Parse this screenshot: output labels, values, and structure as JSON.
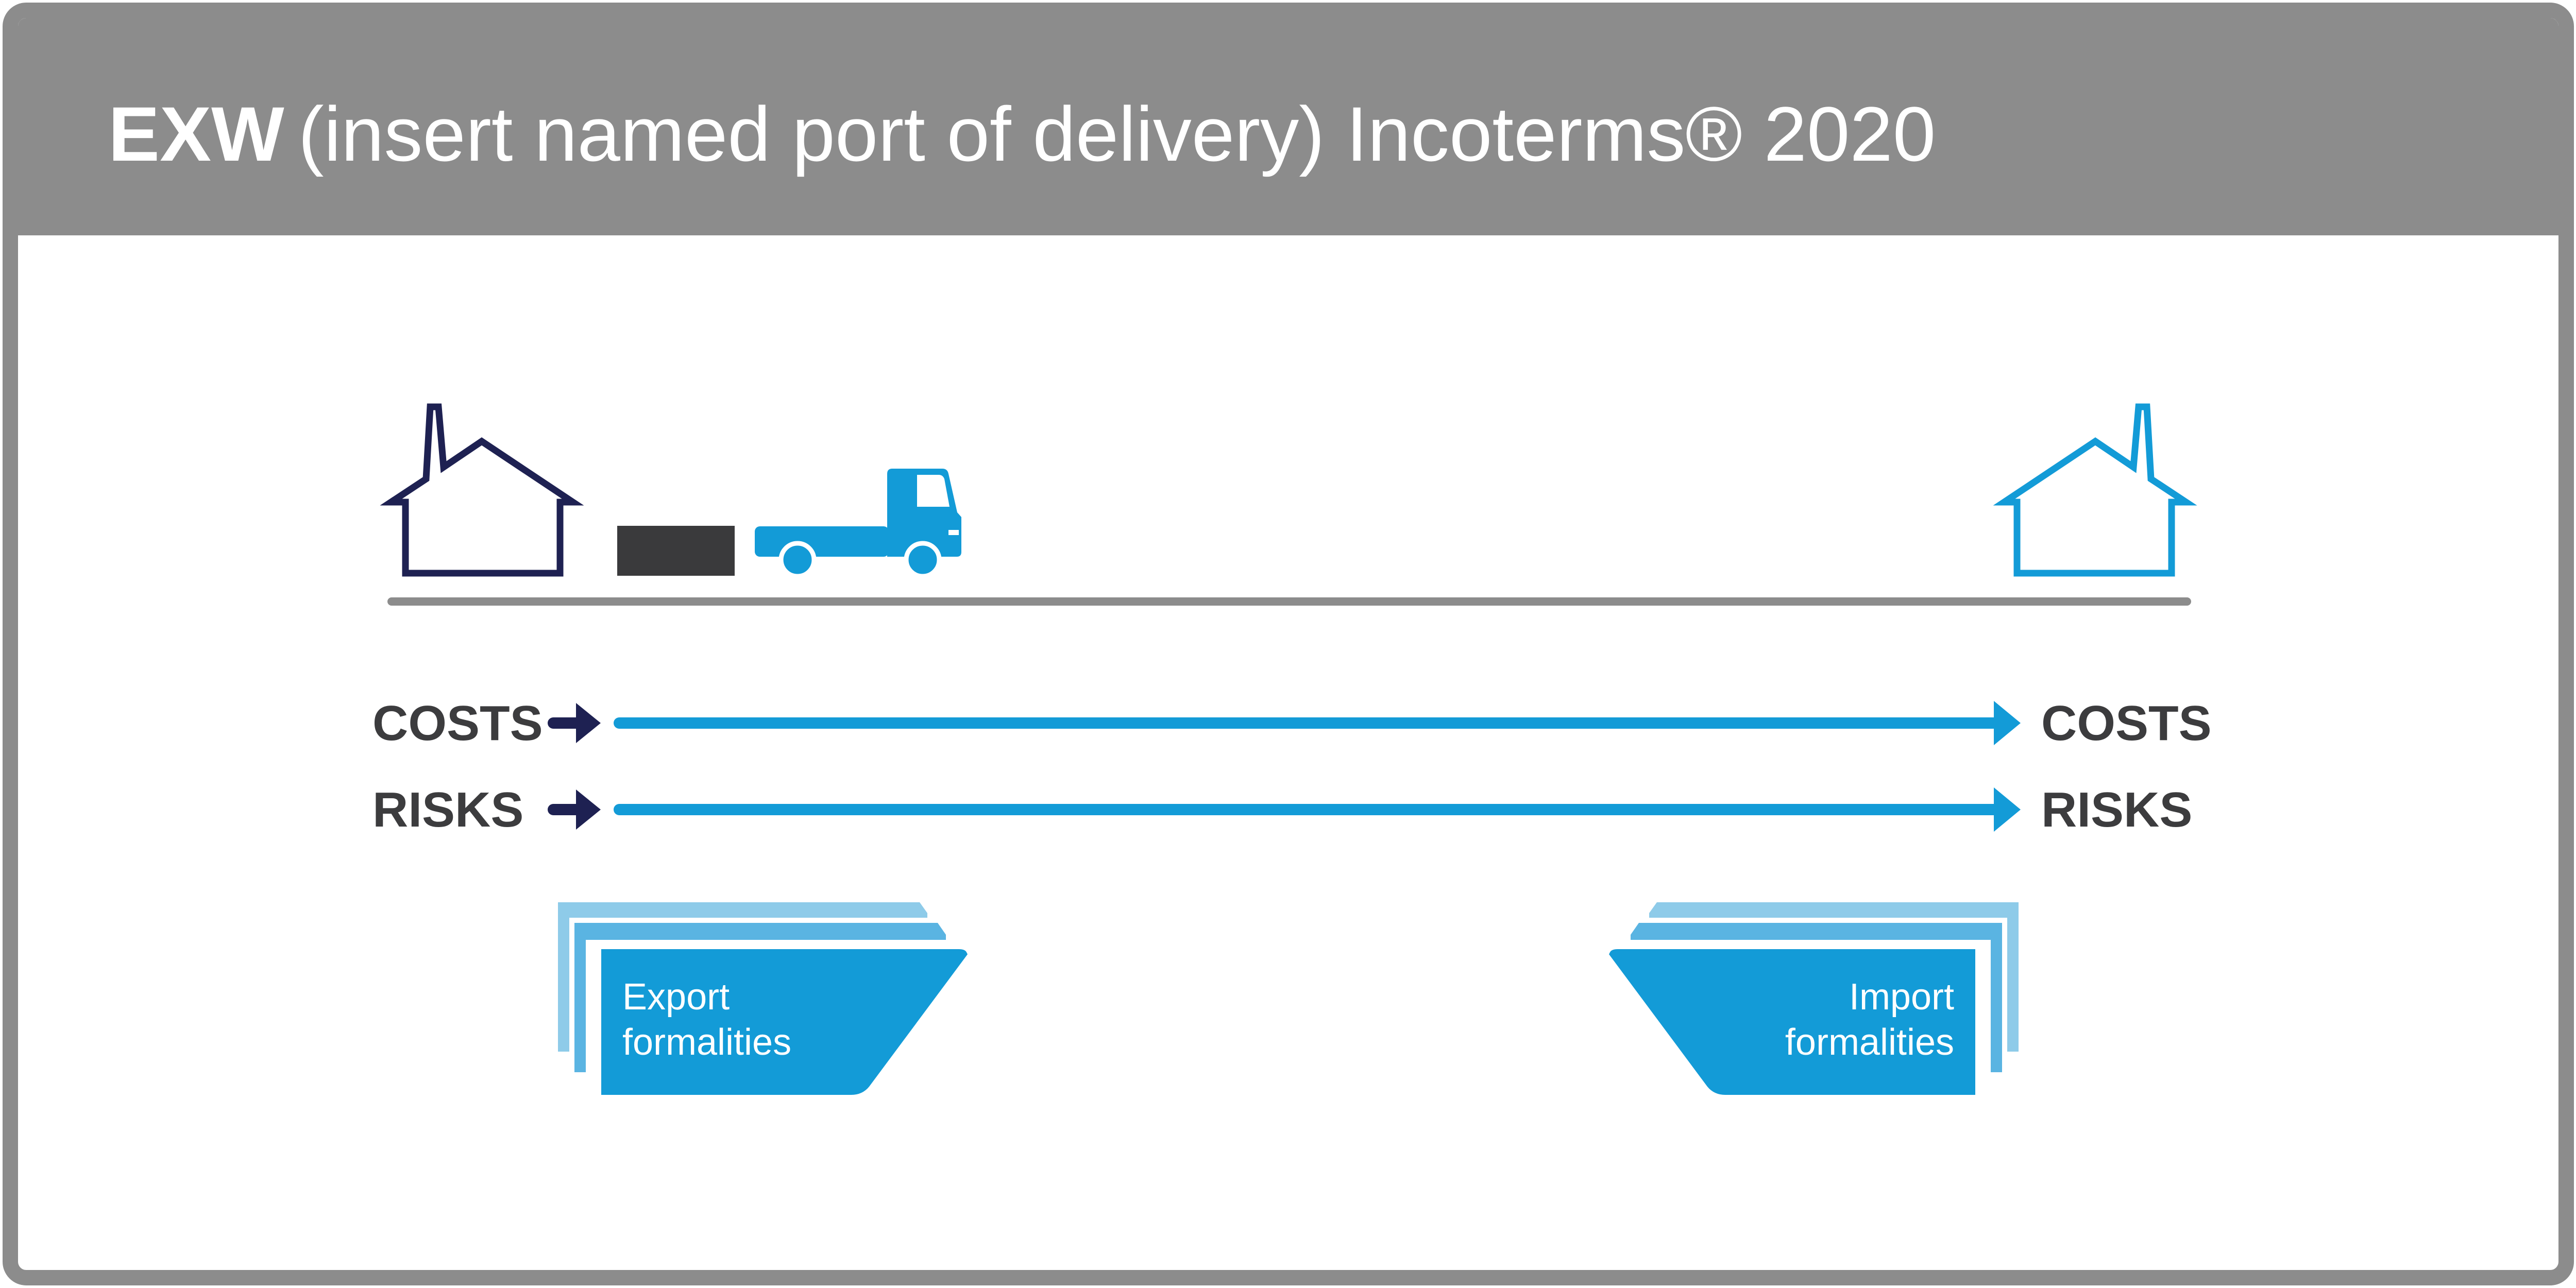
{
  "title": {
    "code": "EXW",
    "rest": "(insert named port of delivery) Incoterms® 2020"
  },
  "rows": {
    "costs_left": "COSTS",
    "costs_right": "COSTS",
    "risks_left": "RISKS",
    "risks_right": "RISKS"
  },
  "export_card": {
    "line1": "Export",
    "line2": "formalities"
  },
  "import_card": {
    "line1": "Import",
    "line2": "formalities"
  },
  "colors": {
    "frame": "#8c8c8c",
    "seller_navy": "#1e2152",
    "buyer_blue": "#139bd7",
    "light_blue_back": "#8ecbe9",
    "mid_blue_middle": "#5ab4e2",
    "cargo": "#3a3a3c",
    "label_text": "#3c3c3e",
    "ground": "#8c8c8c"
  },
  "icons": [
    "seller-house-icon",
    "cargo-icon",
    "truck-icon",
    "buyer-house-icon",
    "arrow-icon"
  ]
}
